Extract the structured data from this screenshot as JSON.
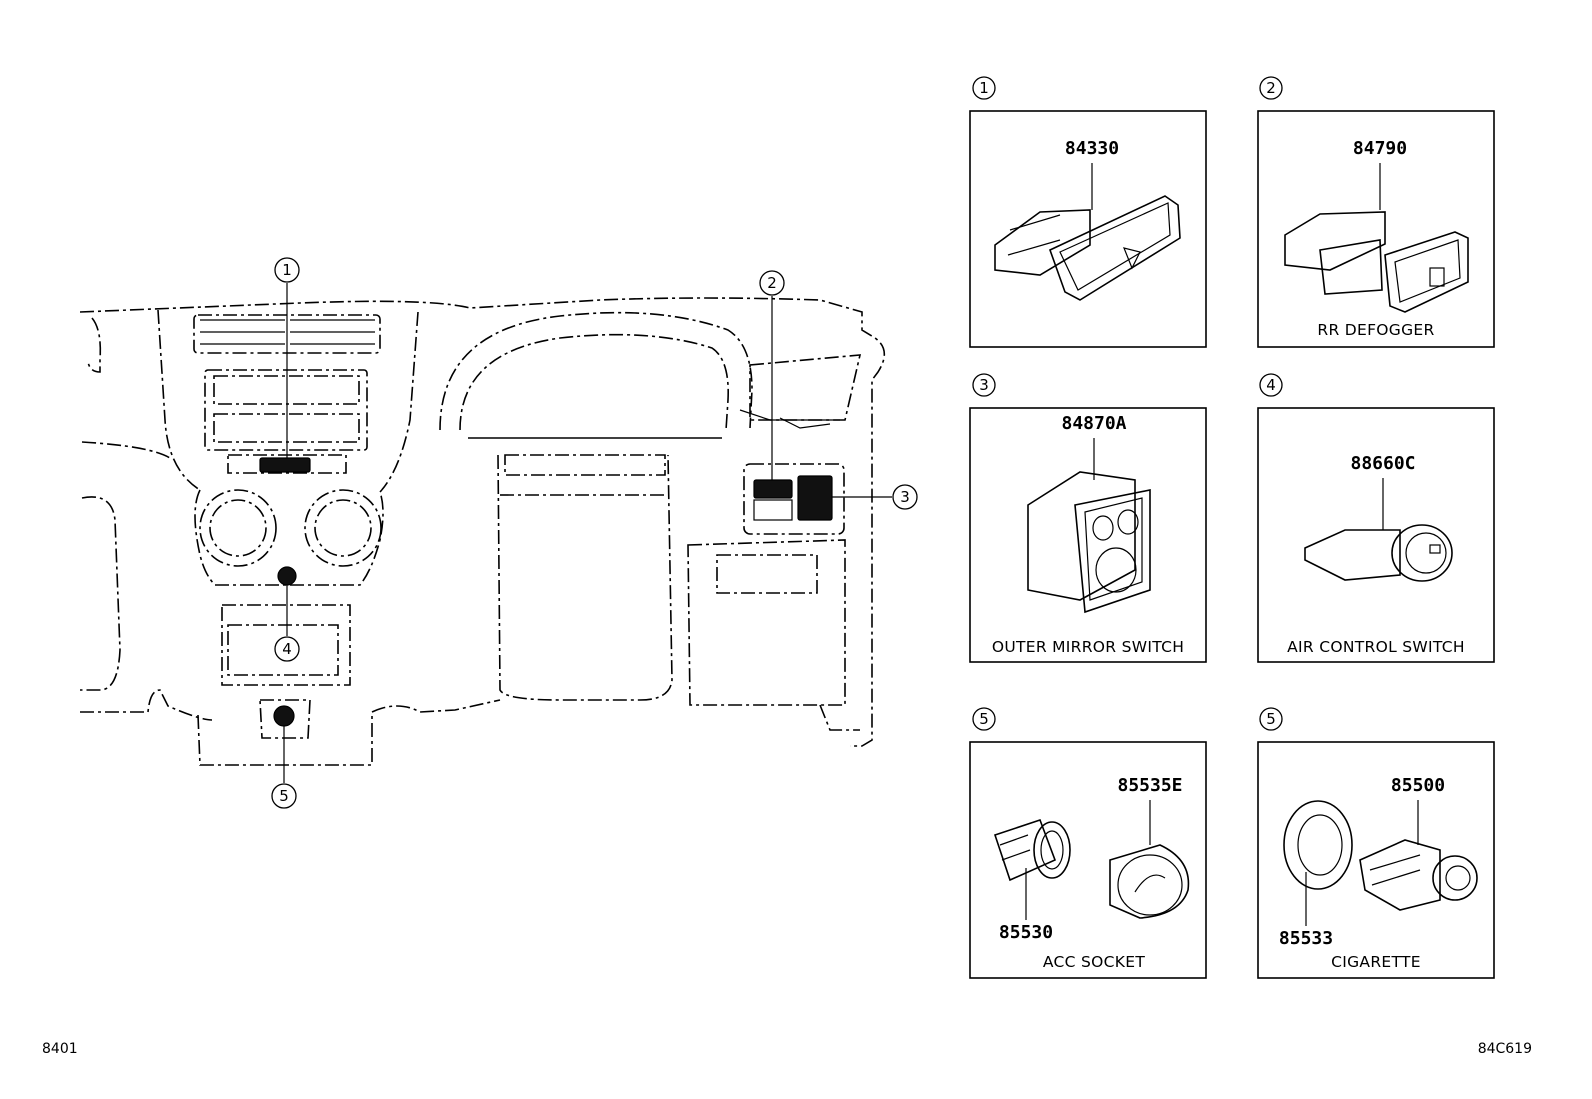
{
  "callouts_main": [
    "1",
    "2",
    "3",
    "4",
    "5"
  ],
  "panels": [
    {
      "index": "1",
      "part_numbers": [
        "84330"
      ],
      "caption": ""
    },
    {
      "index": "2",
      "part_numbers": [
        "84790"
      ],
      "caption": "RR DEFOGGER"
    },
    {
      "index": "3",
      "part_numbers": [
        "84870A"
      ],
      "caption": "OUTER MIRROR SWITCH"
    },
    {
      "index": "4",
      "part_numbers": [
        "88660C"
      ],
      "caption": "AIR CONTROL SWITCH"
    },
    {
      "index": "5",
      "part_numbers": [
        "85535E",
        "85530"
      ],
      "caption": "ACC SOCKET"
    },
    {
      "index": "5",
      "part_numbers": [
        "85500",
        "85533"
      ],
      "caption": "CIGARETTE"
    }
  ],
  "footer": {
    "left": "8401",
    "right": "84C619"
  }
}
